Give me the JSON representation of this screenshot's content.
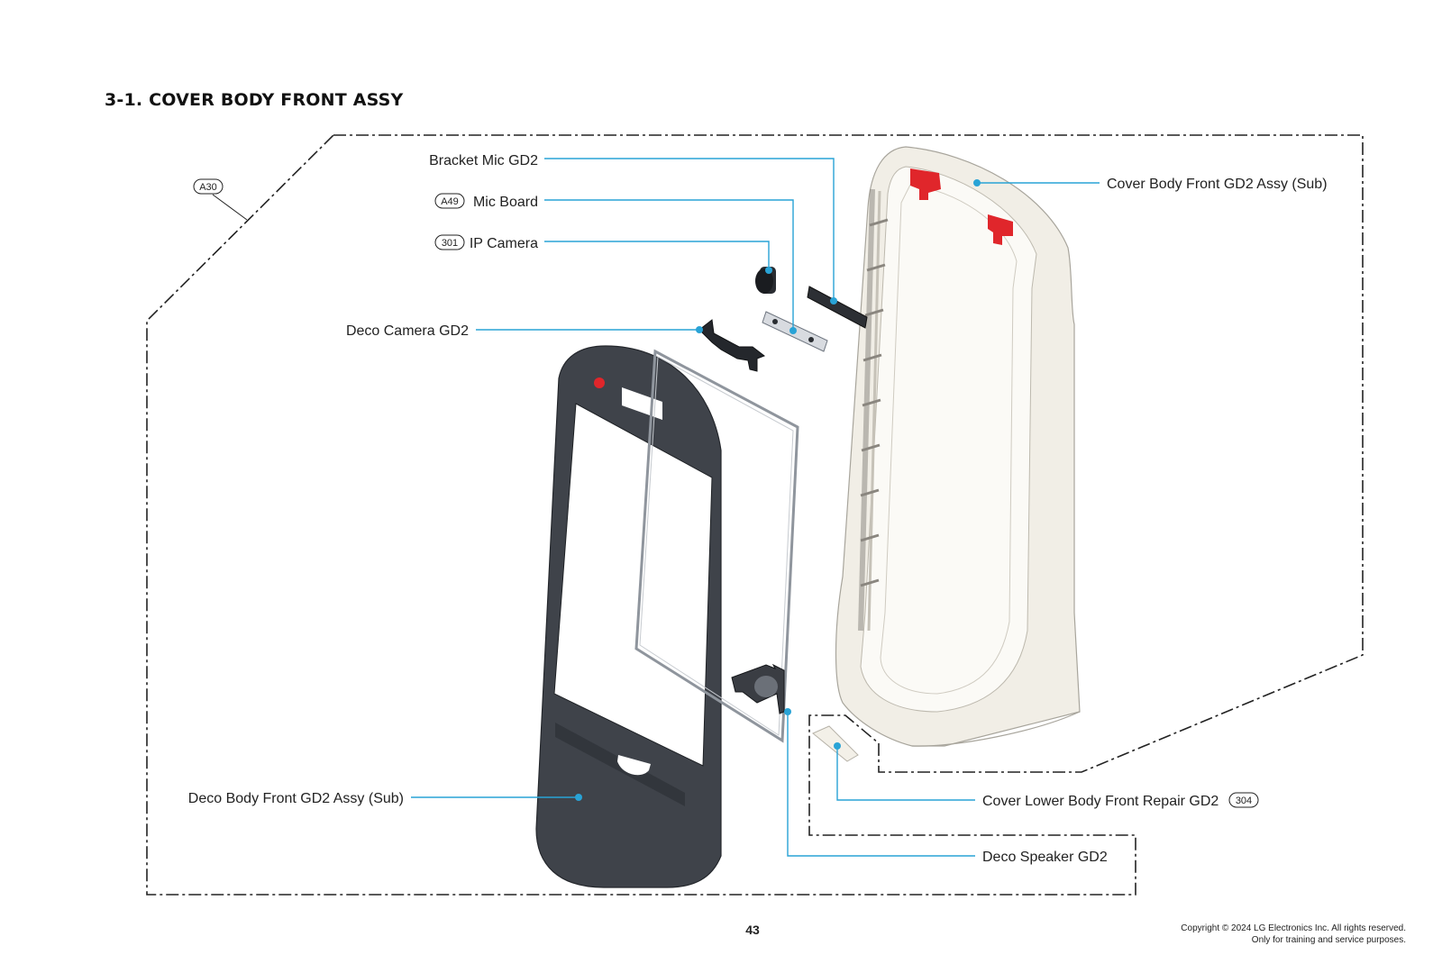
{
  "section_title": "3-1. COVER BODY FRONT ASSY",
  "group_tag": "A30",
  "callouts": {
    "bracket_mic": {
      "label": "Bracket Mic GD2"
    },
    "mic_board": {
      "label": "Mic Board",
      "tag": "A49"
    },
    "ip_camera": {
      "label": "IP Camera",
      "tag": "301"
    },
    "deco_camera": {
      "label": "Deco Camera GD2"
    },
    "deco_body_front": {
      "label": "Deco Body Front GD2 Assy (Sub)"
    },
    "cover_body_front": {
      "label": "Cover Body Front GD2 Assy (Sub)"
    },
    "cover_lower_body": {
      "label": "Cover Lower Body Front Repair GD2",
      "tag": "304"
    },
    "deco_speaker": {
      "label": "Deco Speaker GD2"
    }
  },
  "colors": {
    "leader_line": "#29a3d6",
    "part_dark": "#3f434a",
    "part_light": "#eeeae0",
    "accent_red": "#e0262b"
  },
  "page_number": "43",
  "copyright": {
    "line1": "Copyright © 2024 LG Electronics Inc. All rights reserved.",
    "line2": "Only for training and service purposes."
  }
}
